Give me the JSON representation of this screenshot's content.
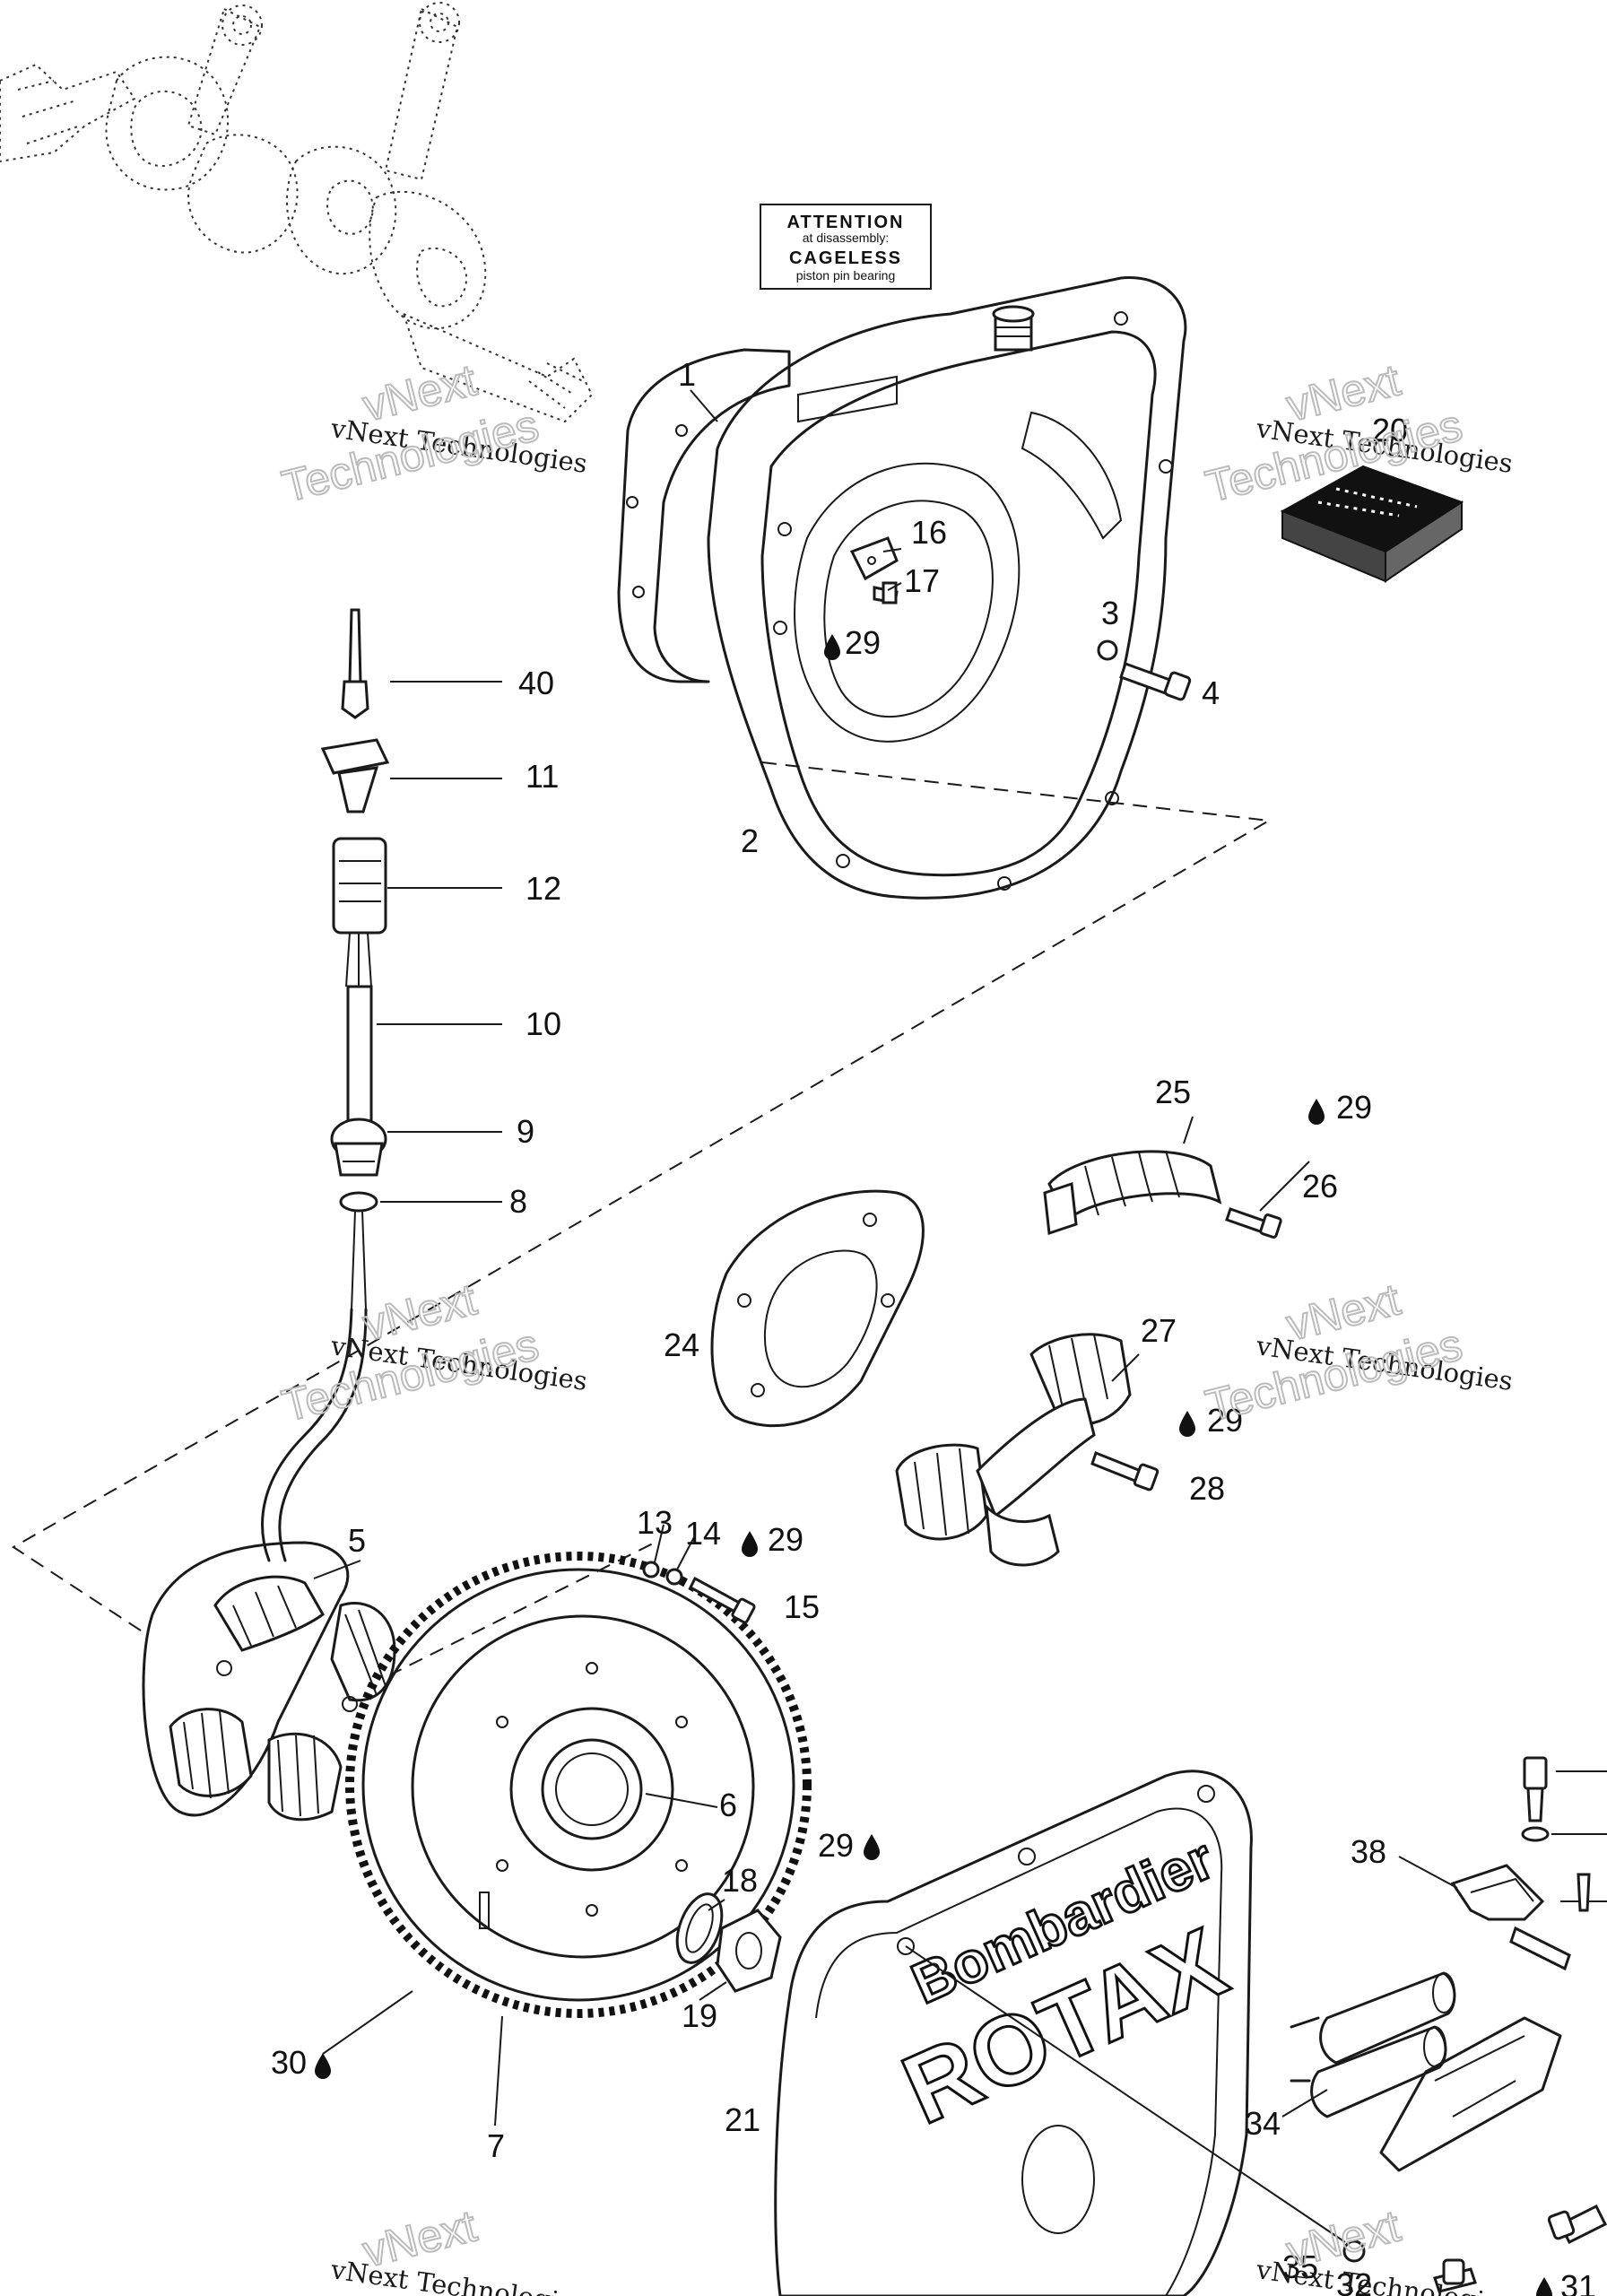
{
  "notice": {
    "line1": "ATTENTION",
    "line2": "at disassembly:",
    "line3": "CAGELESS",
    "line4": "piston pin bearing"
  },
  "watermark": {
    "line_a": "vNext Technologies",
    "line_b": "vNext",
    "line_c": "Technologies"
  },
  "cover_brand": {
    "line1": "Bombardier",
    "line2": "ROTAX"
  },
  "callouts": {
    "p1": "1",
    "p2": "2",
    "p3": "3",
    "p4": "4",
    "p5": "5",
    "p6": "6",
    "p7": "7",
    "p8": "8",
    "p9": "9",
    "p10": "10",
    "p11": "11",
    "p12": "12",
    "p13": "13",
    "p14": "14",
    "p15": "15",
    "p16": "16",
    "p17": "17",
    "p18": "18",
    "p19": "19",
    "p20": "20",
    "p21": "21",
    "p24": "24",
    "p25": "25",
    "p26": "26",
    "p27": "27",
    "p28": "28",
    "p29a": "29",
    "p29b": "29",
    "p29c": "29",
    "p29d": "29",
    "p29e": "29",
    "p30": "30",
    "p31": "31",
    "p32": "32",
    "p34": "34",
    "p35": "35",
    "p38": "38",
    "p40": "40"
  }
}
